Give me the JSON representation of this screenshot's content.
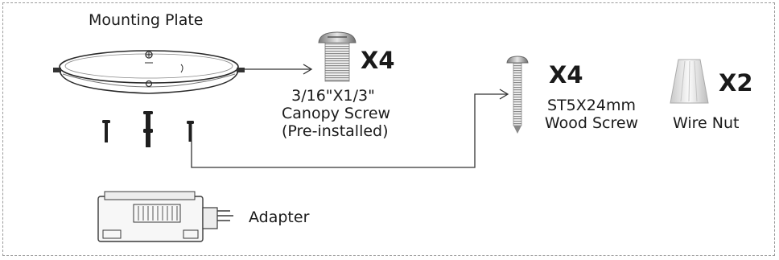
{
  "parts": {
    "mounting_plate": {
      "label": "Mounting Plate"
    },
    "canopy_screw": {
      "qty": "X4",
      "lines": [
        "3/16\"X1/3\"",
        "Canopy Screw",
        "(Pre-installed)"
      ]
    },
    "wood_screw": {
      "qty": "X4",
      "lines": [
        "ST5X24mm",
        "Wood Screw"
      ]
    },
    "wire_nut": {
      "qty": "X2",
      "label": "Wire Nut"
    },
    "adapter": {
      "label": "Adapter"
    }
  }
}
